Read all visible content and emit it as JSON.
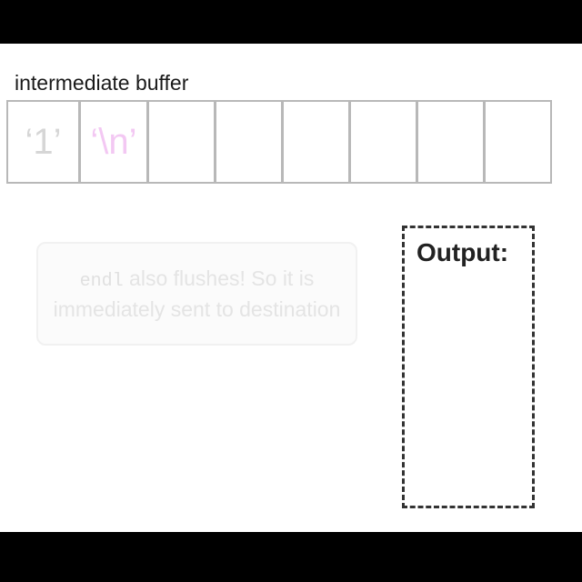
{
  "buffer": {
    "title": "intermediate buffer",
    "cells": [
      {
        "text": "‘1’",
        "color": "#d6d6d6"
      },
      {
        "text": "‘\\n’",
        "color": "#f3c8f3"
      },
      {
        "text": "",
        "color": "#d6d6d6"
      },
      {
        "text": "",
        "color": "#d6d6d6"
      },
      {
        "text": "",
        "color": "#d6d6d6"
      },
      {
        "text": "",
        "color": "#d6d6d6"
      },
      {
        "text": "",
        "color": "#d6d6d6"
      },
      {
        "text": "",
        "color": "#d6d6d6"
      }
    ]
  },
  "note": {
    "code": "endl",
    "text": " also flushes! So it is immediately sent to destination"
  },
  "output": {
    "label": "Output:"
  },
  "colors": {
    "background": "#ffffff",
    "frame": "#000000",
    "cell_border": "#b8b8b8",
    "output_border": "#333333"
  }
}
